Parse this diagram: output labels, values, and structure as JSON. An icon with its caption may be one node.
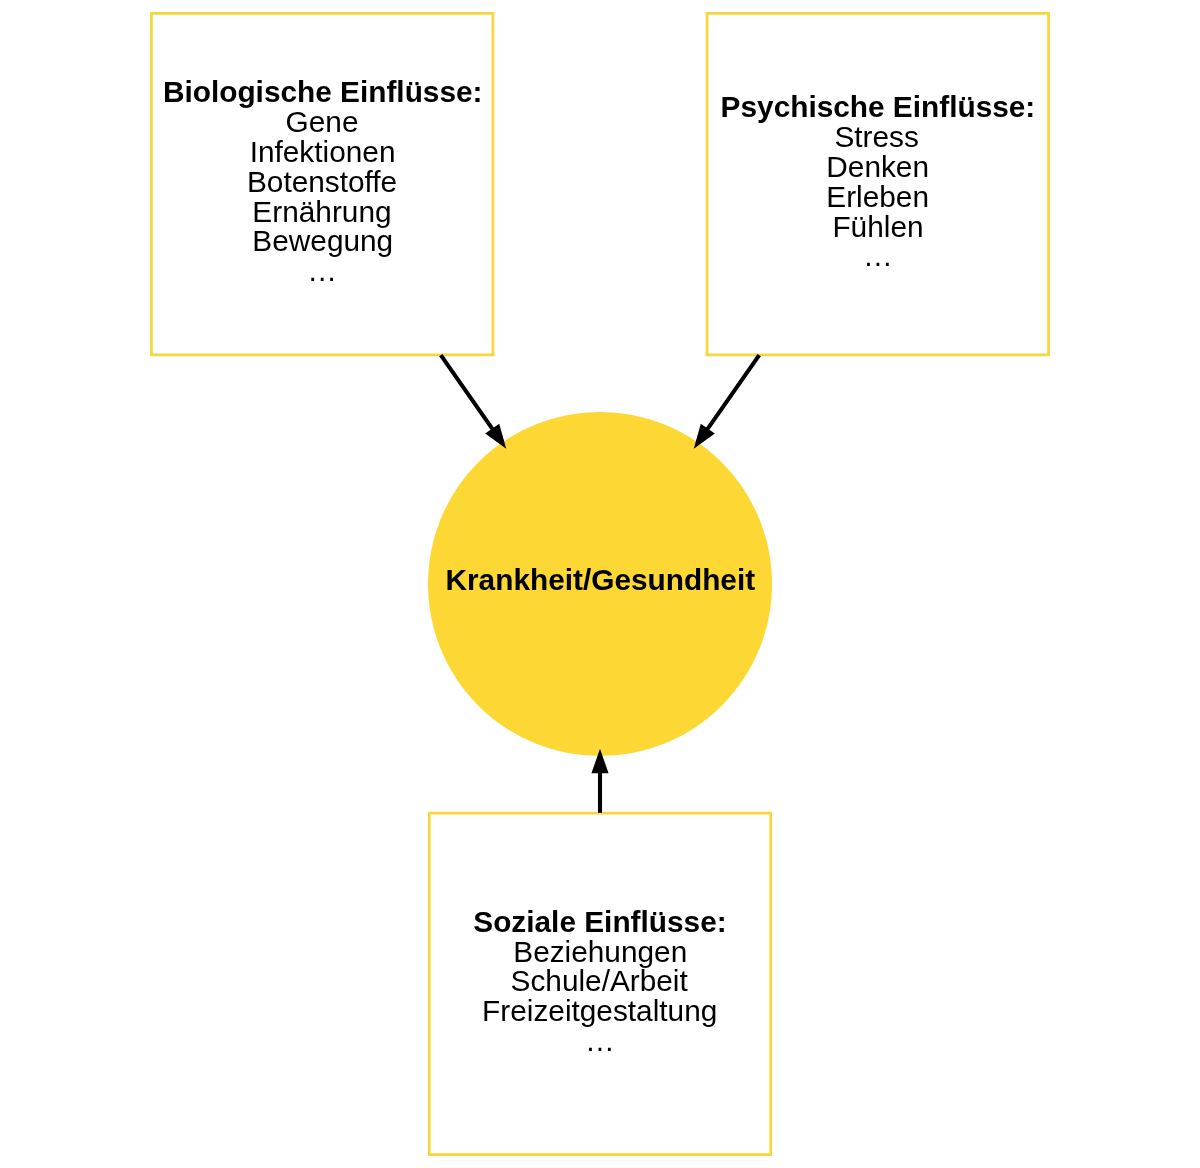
{
  "diagram": {
    "nodes": [
      {
        "text": [
          "Biologische Einflüsse:",
          "Gene",
          "Infektionen",
          "Botenstoffe",
          "Ernährung",
          "Bewegung",
          "…"
        ]
      },
      {
        "text": [
          "Psychische Einflüsse:",
          "Stress",
          "Denken",
          "Erleben",
          "Fühlen",
          "…"
        ]
      },
      {
        "text": [
          "Krankheit/Gesundheit"
        ]
      },
      {
        "text": [
          "Soziale Einflüsse:",
          "Beziehungen",
          "Schule/Arbeit",
          "Freizeitgestaltung",
          "…"
        ]
      }
    ],
    "edges": [
      {
        "from": 0,
        "to": 2,
        "arrow": "to"
      },
      {
        "from": 1,
        "to": 2,
        "arrow": "to"
      },
      {
        "from": 3,
        "to": 2,
        "arrow": "to"
      }
    ]
  }
}
